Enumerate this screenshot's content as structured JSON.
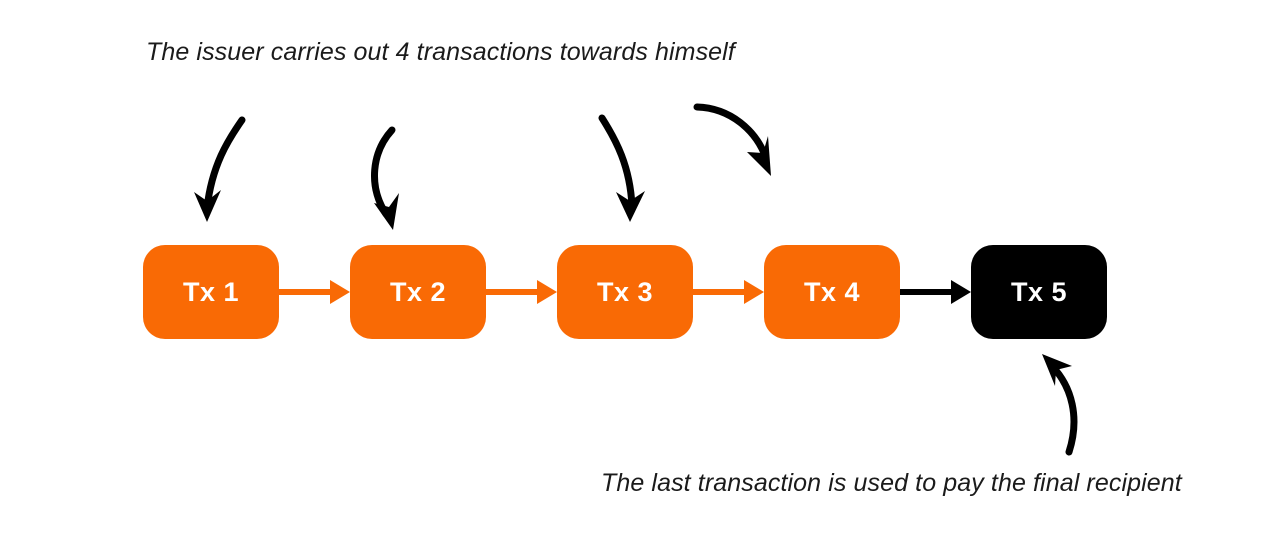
{
  "diagram": {
    "title_top": "The issuer carries out 4 transactions towards himself",
    "title_bottom": "The last transaction is used to pay the final recipient",
    "colors": {
      "orange": "#F96A05",
      "black": "#000000",
      "white": "#FFFFFF",
      "text": "#1B1B1B",
      "background": "#FFFFFF"
    },
    "nodes": [
      {
        "id": "tx1",
        "label": "Tx 1",
        "color": "#F96A05",
        "kind": "self-transaction"
      },
      {
        "id": "tx2",
        "label": "Tx 2",
        "color": "#F96A05",
        "kind": "self-transaction"
      },
      {
        "id": "tx3",
        "label": "Tx 3",
        "color": "#F96A05",
        "kind": "self-transaction"
      },
      {
        "id": "tx4",
        "label": "Tx 4",
        "color": "#F96A05",
        "kind": "self-transaction"
      },
      {
        "id": "tx5",
        "label": "Tx 5",
        "color": "#000000",
        "kind": "final-payment"
      }
    ],
    "connectors": [
      {
        "from": "tx1",
        "to": "tx2",
        "color": "#F96A05"
      },
      {
        "from": "tx2",
        "to": "tx3",
        "color": "#F96A05"
      },
      {
        "from": "tx3",
        "to": "tx4",
        "color": "#F96A05"
      },
      {
        "from": "tx4",
        "to": "tx5",
        "color": "#000000"
      }
    ],
    "annotation_arrows": [
      {
        "id": "curved-arrow-1",
        "points_to": "tx1",
        "direction": "down"
      },
      {
        "id": "curved-arrow-2",
        "points_to": "tx2",
        "direction": "down"
      },
      {
        "id": "curved-arrow-3",
        "points_to": "tx3",
        "direction": "down"
      },
      {
        "id": "curved-arrow-4",
        "points_to": "tx4",
        "direction": "down-right"
      },
      {
        "id": "curved-arrow-5",
        "points_to": "tx5",
        "direction": "up"
      }
    ]
  }
}
